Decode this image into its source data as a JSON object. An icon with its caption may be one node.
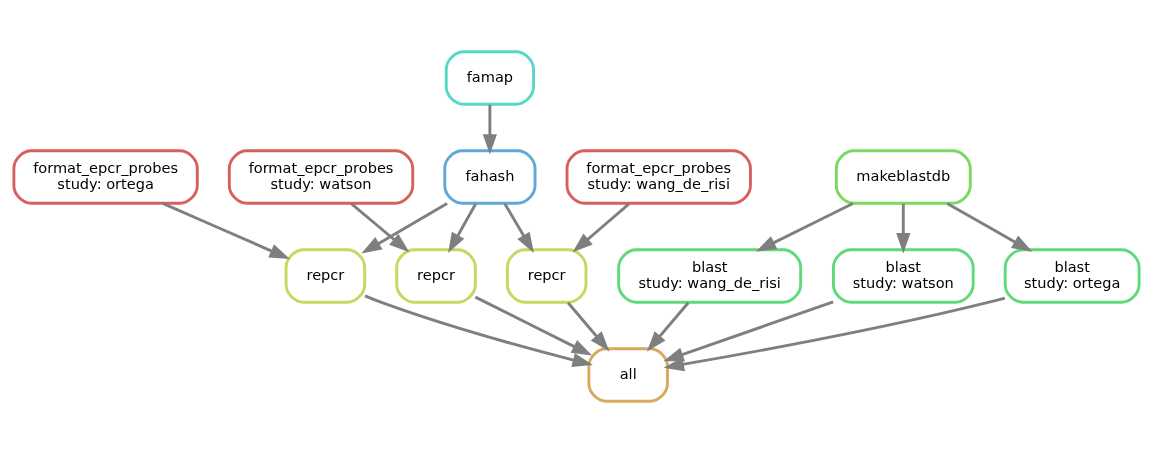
{
  "diagram": {
    "nodes": [
      {
        "text": [
          "famap"
        ]
      },
      {
        "text": [
          "format_epcr_probes",
          "study: ortega"
        ]
      },
      {
        "text": [
          "fahash"
        ]
      },
      {
        "text": [
          "format_epcr_probes",
          "study: watson"
        ]
      },
      {
        "text": [
          "format_epcr_probes",
          "study: wang_de_risi"
        ]
      },
      {
        "text": [
          "makeblastdb"
        ]
      },
      {
        "text": [
          "repcr"
        ]
      },
      {
        "text": [
          "repcr"
        ]
      },
      {
        "text": [
          "repcr"
        ]
      },
      {
        "text": [
          "blast",
          "study: wang_de_risi"
        ]
      },
      {
        "text": [
          "blast",
          "study: watson"
        ]
      },
      {
        "text": [
          "blast",
          "study: ortega"
        ]
      },
      {
        "text": [
          "all"
        ]
      }
    ],
    "edges": [
      {
        "from": 0,
        "to": 2,
        "arrow": "to"
      },
      {
        "from": 1,
        "to": 6,
        "arrow": "to"
      },
      {
        "from": 2,
        "to": 6,
        "arrow": "to"
      },
      {
        "from": 2,
        "to": 7,
        "arrow": "to"
      },
      {
        "from": 2,
        "to": 8,
        "arrow": "to"
      },
      {
        "from": 3,
        "to": 7,
        "arrow": "to"
      },
      {
        "from": 4,
        "to": 8,
        "arrow": "to"
      },
      {
        "from": 5,
        "to": 9,
        "arrow": "to"
      },
      {
        "from": 5,
        "to": 10,
        "arrow": "to"
      },
      {
        "from": 5,
        "to": 11,
        "arrow": "to"
      },
      {
        "from": 6,
        "to": 12,
        "arrow": "to"
      },
      {
        "from": 7,
        "to": 12,
        "arrow": "to"
      },
      {
        "from": 8,
        "to": 12,
        "arrow": "to"
      },
      {
        "from": 9,
        "to": 12,
        "arrow": "to"
      },
      {
        "from": 10,
        "to": 12,
        "arrow": "to"
      },
      {
        "from": 11,
        "to": 12,
        "arrow": "to"
      }
    ]
  }
}
